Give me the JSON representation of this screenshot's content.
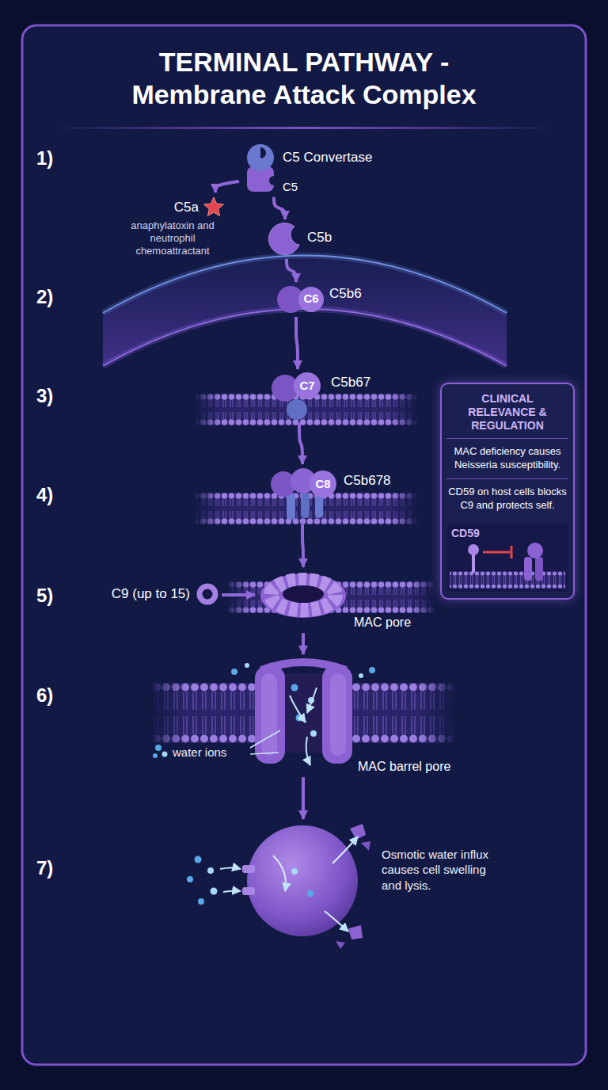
{
  "diagram": {
    "title": "TERMINAL PATHWAY - Membrane Attack Complex",
    "nodes": [
      {
        "text": [
          "C5 Convertase",
          "C5"
        ]
      },
      {
        "text": [
          "C5a",
          "anaphylatoxin and neutrophil chemoattractant"
        ]
      },
      {
        "text": [
          "C5b"
        ]
      },
      {
        "text": [
          "C6",
          "C5b6"
        ]
      },
      {
        "text": [
          "C7",
          "C5b67"
        ]
      },
      {
        "text": [
          "C8",
          "C5b678"
        ]
      },
      {
        "text": [
          "C9 (up to 15)"
        ]
      },
      {
        "text": [
          "MAC pore"
        ]
      },
      {
        "text": [
          "MAC barrel pore"
        ]
      },
      {
        "text": [
          "Osmotic water influx causes cell swelling and lysis."
        ]
      },
      {
        "text": [
          "CLINICAL RELEVANCE & REGULATION",
          "MAC deficiency causes Neisseria susceptibility.",
          "CD59 on host cells blocks C9 and protects self."
        ]
      },
      {
        "text": [
          "CD59"
        ],
        "in": 10
      }
    ],
    "edges": [
      {
        "from": 0,
        "to": 1,
        "arrow": "to"
      },
      {
        "from": 0,
        "to": 2,
        "arrow": "to"
      },
      {
        "from": 2,
        "to": 3,
        "arrow": "to"
      },
      {
        "from": 3,
        "to": 4,
        "arrow": "to"
      },
      {
        "from": 4,
        "to": 5,
        "arrow": "to"
      },
      {
        "from": 5,
        "to": 7,
        "arrow": "to"
      },
      {
        "from": 6,
        "to": 7,
        "arrow": "to"
      },
      {
        "from": 7,
        "to": 8,
        "arrow": "to"
      },
      {
        "from": 8,
        "to": 9,
        "arrow": "to"
      }
    ],
    "labels": [
      "1)",
      "2)",
      "3)",
      "4)",
      "5)",
      "6)",
      "7)",
      "water ions"
    ]
  }
}
